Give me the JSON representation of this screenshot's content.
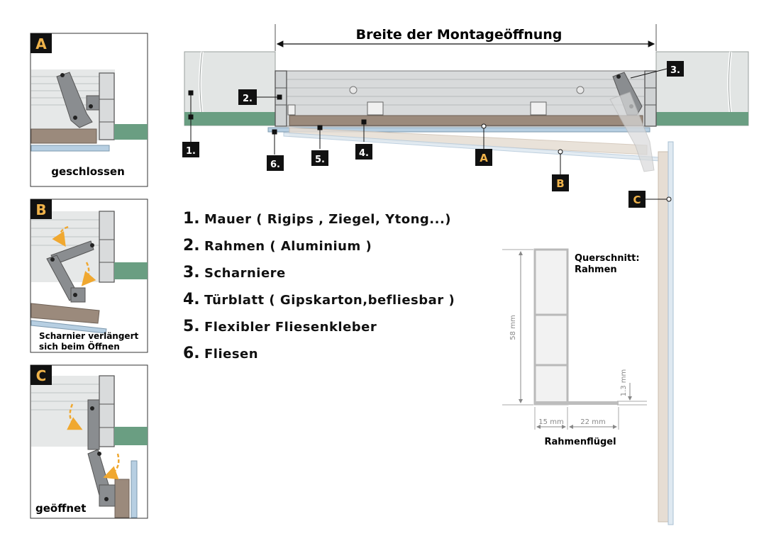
{
  "title": "Breite der Montageöffnung",
  "panels": [
    {
      "letter": "A",
      "caption": "geschlossen"
    },
    {
      "letter": "B",
      "caption_line1": "Scharnier verlängert",
      "caption_line2": "sich beim Öffnen"
    },
    {
      "letter": "C",
      "caption": "geöffnet"
    }
  ],
  "markers": {
    "m1": "1.",
    "m2": "2.",
    "m3": "3.",
    "m4": "4.",
    "m5": "5.",
    "m6": "6.",
    "a": "A",
    "b": "B",
    "c": "C"
  },
  "legend": [
    {
      "num": "1.",
      "text": "Mauer ( Rigips , Ziegel, Ytong...)"
    },
    {
      "num": "2.",
      "text": "Rahmen ( Aluminium )"
    },
    {
      "num": "3.",
      "text": "Scharniere"
    },
    {
      "num": "4.",
      "text": "Türblatt ( Gipskarton,befliesbar )"
    },
    {
      "num": "5.",
      "text": "Flexibler Fliesenkleber"
    },
    {
      "num": "6.",
      "text": "Fliesen"
    }
  ],
  "cross_section": {
    "title_line1": "Querschnitt:",
    "title_line2": "Rahmen",
    "dim_height": "58 mm",
    "dim_lip": "1.3 mm",
    "dim_w1": "15 mm",
    "dim_w2": "22 mm",
    "caption": "Rahmenflügel"
  },
  "colors": {
    "wall": "#e2e5e4",
    "wall_line": "#9aa09e",
    "tile_green": "#6a9e82",
    "frame": "#d8dadb",
    "door_brown": "#9b8a7c",
    "tile_blue": "#b7cfe2",
    "hinge": "#8a8d90",
    "marker_bg": "#111111",
    "marker_letter": "#f0b34a",
    "arrow": "#f0a830"
  }
}
